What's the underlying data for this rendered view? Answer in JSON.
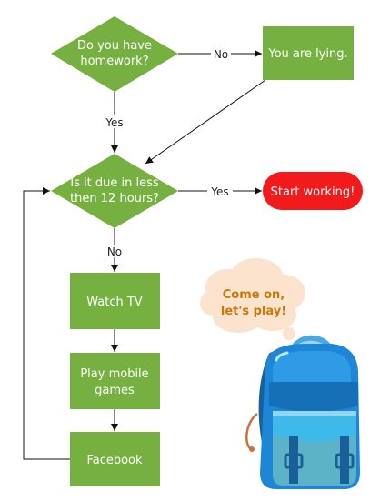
{
  "nodes": {
    "homework_question": [
      "Do you have",
      "homework?"
    ],
    "lying": "You are lying.",
    "due_question": [
      "Is it due in less",
      "then 12 hours?"
    ],
    "start_working": "Start working!",
    "watch_tv": "Watch TV",
    "mobile_games": [
      "Play mobile",
      "games"
    ],
    "facebook": "Facebook"
  },
  "edges": {
    "no_1": "No",
    "yes_1": "Yes",
    "yes_2": "Yes",
    "no_2": "No"
  },
  "speech_bubble": [
    "Come on,",
    "let's play!"
  ],
  "colors": {
    "node_green": "#76b041",
    "start_red": "#f21a1a",
    "bubble_fill": "#fbe3cd",
    "bubble_text": "#c9780a",
    "backpack_blue": "#1e86d6",
    "backpack_teal": "#5cb3c8"
  }
}
